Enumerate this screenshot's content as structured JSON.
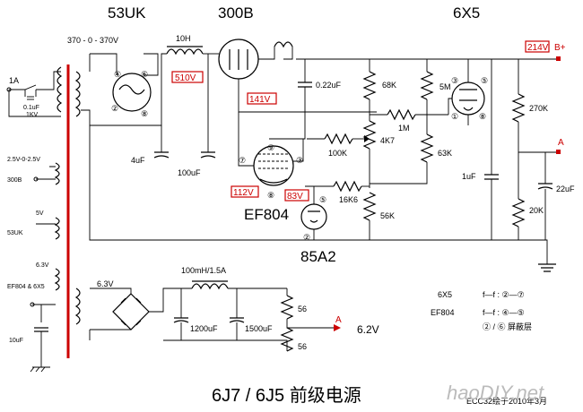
{
  "tubes": {
    "rectifier": "53UK",
    "power": "300B",
    "driver": "6X5",
    "pentode": "EF804",
    "regulator": "85A2"
  },
  "transformer": {
    "hv": "370 - 0 - 370V",
    "fuse": "1A",
    "cap_val": "0.1uF",
    "cap_v": "1KV",
    "w_300b_v": "2.5V-0-2.5V",
    "w_300b": "300B",
    "w_53uk_v": "5V",
    "w_53uk": "53UK",
    "w_ef_v": "6.3V",
    "w_ef": "EF804 &  6X5",
    "cap_bottom": "10uF"
  },
  "hv_supply": {
    "choke": "10H",
    "c1": "4uF",
    "c2": "100uF",
    "c3": "0.22uF",
    "r_68k": "68K",
    "r_4k7": "4K7",
    "r_100k": "100K",
    "r_16k6": "16K6",
    "r_56k": "56K",
    "r_5m": "5M",
    "r_1m": "1M",
    "r_63k": "63K",
    "c_1uf": "1uF",
    "r_270k": "270K",
    "r_20k": "20K",
    "c_22uf": "22uF",
    "out_b": "B+",
    "out_a": "A"
  },
  "voltages": {
    "v_510": "510V",
    "v_141": "141V",
    "v_112": "112V",
    "v_83": "83V",
    "v_214": "214V"
  },
  "pins": {
    "p4": "④",
    "p6": "⑥",
    "p2": "②",
    "p8": "⑧",
    "p9": "⑨",
    "p7": "⑦",
    "p3": "③",
    "p5": "⑤",
    "p1": "①"
  },
  "lv_supply": {
    "in_v": "6.3V",
    "choke": "100mH/1.5A",
    "c1": "1200uF",
    "c2": "1500uF",
    "r_top": "56",
    "r_bot": "56",
    "out": "A",
    "out_v": "6.2V"
  },
  "legend": {
    "l1_name": "6X5",
    "l1_val": "f—f : ②—⑦",
    "l2_name": "EF804",
    "l2_val": "f—f : ④—⑤",
    "l3_val": "② / ⑥ 屏蔽层"
  },
  "footer": {
    "title": "6J7 / 6J5  前级电源",
    "author": "ECC32绘于2010年3月",
    "watermark": "haoDIY.net"
  }
}
